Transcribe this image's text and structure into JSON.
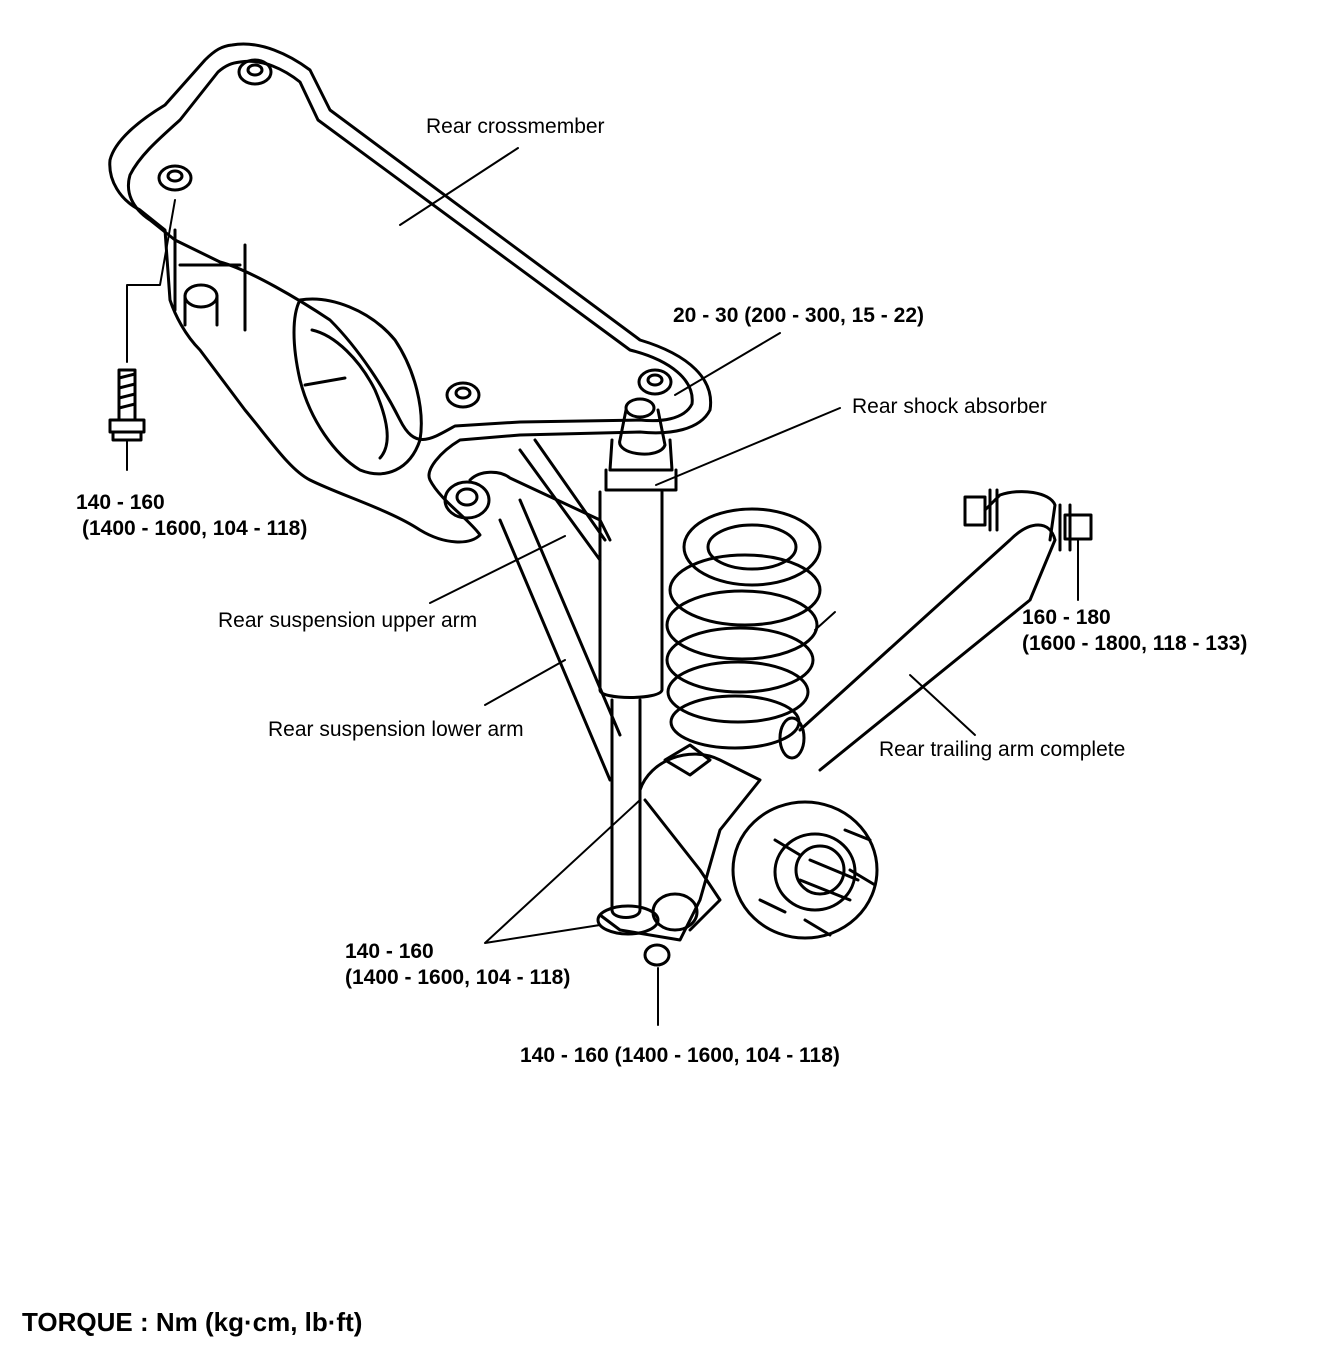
{
  "labels": {
    "rear_crossmember": "Rear crossmember",
    "torque_shock_top": "20 - 30 (200 - 300, 15 - 22)",
    "rear_shock_absorber": "Rear shock absorber",
    "torque_crossmember_bolt_line1": "140 - 160",
    "torque_crossmember_bolt_line2": "(1400 - 1600, 104 - 118)",
    "rear_suspension_upper_arm": "Rear suspension upper arm",
    "torque_trailing_arm_line1": "160 - 180",
    "torque_trailing_arm_line2": "(1600 - 1800, 118 - 133)",
    "rear_suspension_lower_arm": "Rear suspension lower arm",
    "rear_trailing_arm_complete": "Rear trailing arm complete",
    "torque_knuckle_line1": "140 - 160",
    "torque_knuckle_line2": "(1400 - 1600, 104 - 118)",
    "torque_lower_bolt": "140 - 160 (1400 - 1600, 104 - 118)",
    "torque_units": "TORQUE : Nm (kg·cm, lb·ft)"
  },
  "colors": {
    "ink": "#000000",
    "paper": "#ffffff"
  }
}
